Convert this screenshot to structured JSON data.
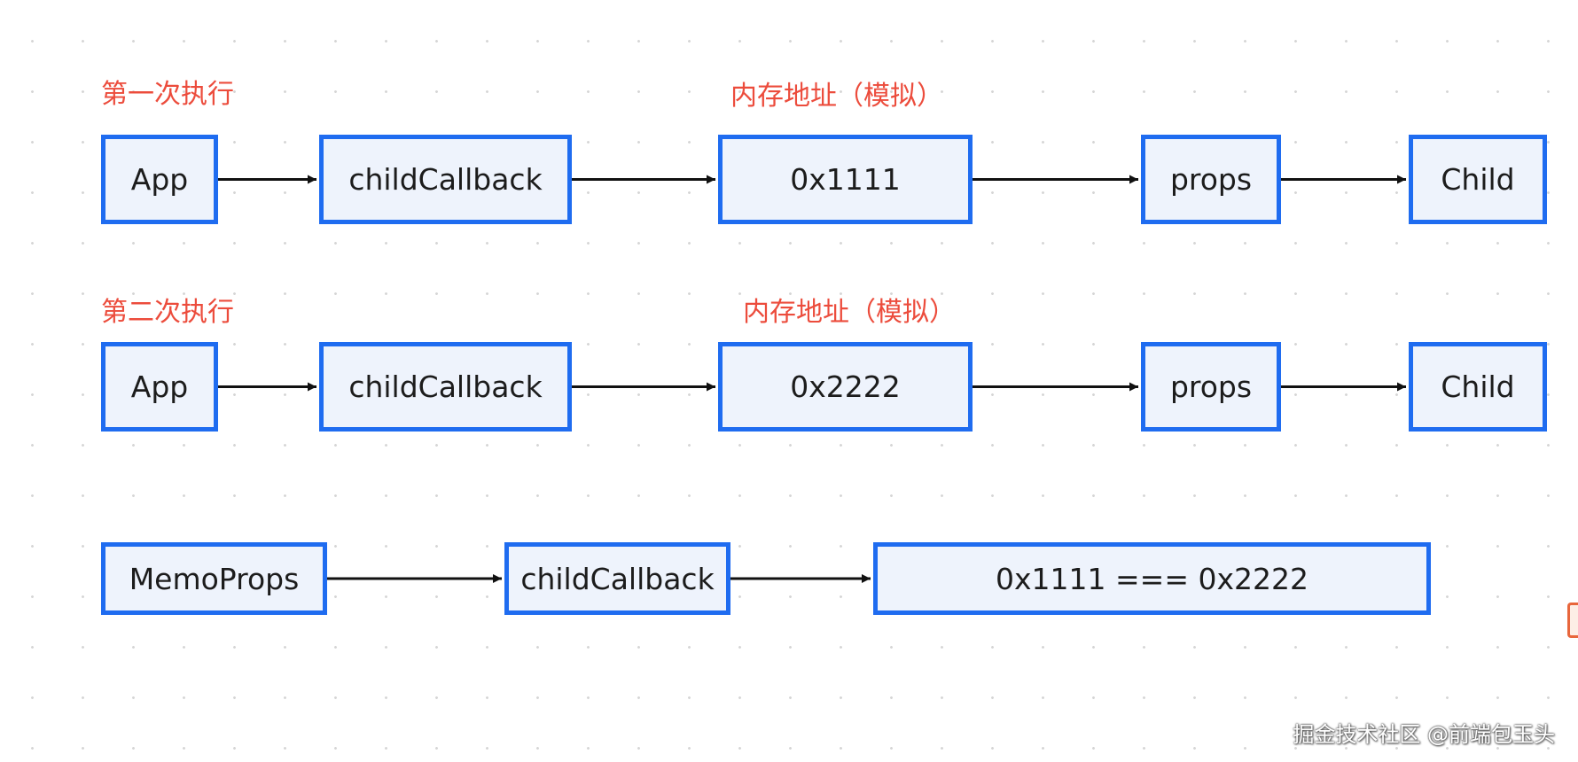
{
  "labels": {
    "run1": "第一次执行",
    "mem1": "内存地址（模拟）",
    "run2": "第二次执行",
    "mem2": "内存地址（模拟）"
  },
  "row1": {
    "app": "App",
    "callback": "childCallback",
    "address": "0x1111",
    "props": "props",
    "child": "Child"
  },
  "row2": {
    "app": "App",
    "callback": "childCallback",
    "address": "0x2222",
    "props": "props",
    "child": "Child"
  },
  "row3": {
    "memo": "MemoProps",
    "callback": "childCallback",
    "comparison": "0x1111 === 0x2222"
  },
  "watermark": "掘金技术社区 @前端包玉头",
  "colors": {
    "node_border": "#1f6cf0",
    "node_fill": "#eef3fc",
    "label_text": "#ec4c3c",
    "arrow": "#111111"
  }
}
